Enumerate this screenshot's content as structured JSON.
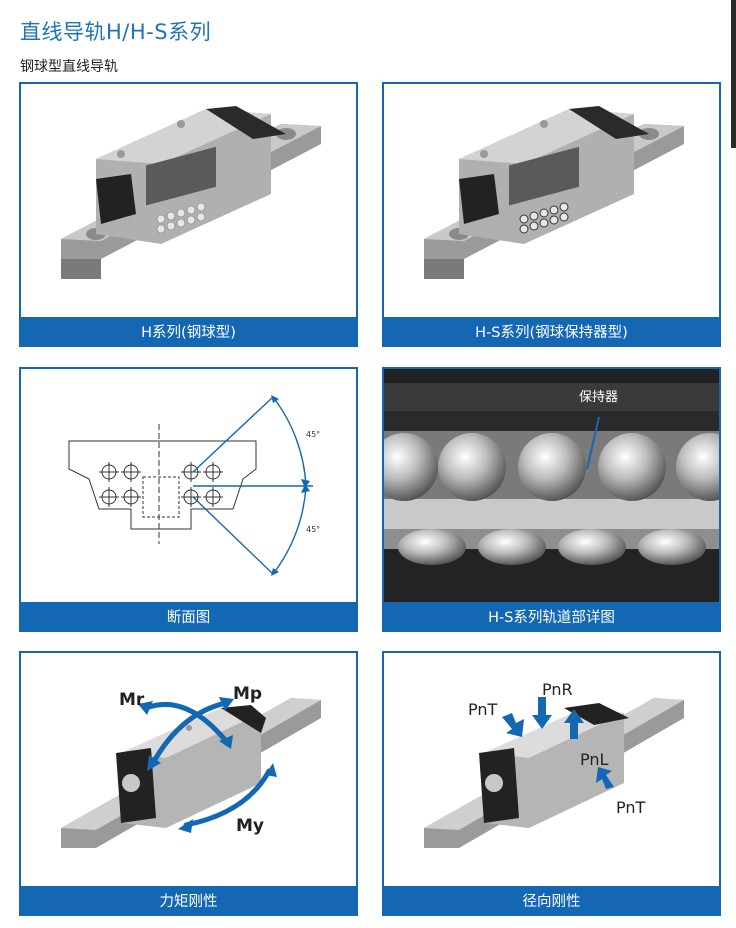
{
  "header": {
    "title": "直线导轨H/H-S系列",
    "subtitle": "钢球型直线导轨"
  },
  "panels": [
    {
      "caption": "H系列(钢球型)"
    },
    {
      "caption": "H-S系列(钢球保持器型)"
    },
    {
      "caption": "断面图",
      "angle_top": "45°",
      "angle_bottom": "45°"
    },
    {
      "caption": "H-S系列轨道部详图",
      "label": "保持器"
    },
    {
      "caption": "力矩刚性",
      "labels": {
        "mr": "Mr",
        "mp": "Mp",
        "my": "My"
      }
    },
    {
      "caption": "径向刚性",
      "labels": {
        "pnt_top": "PnT",
        "pnr": "PnR",
        "pnl": "PnL",
        "pnt_bottom": "PnT"
      }
    }
  ],
  "colors": {
    "accent": "#1468b3",
    "title": "#1f74b9"
  }
}
